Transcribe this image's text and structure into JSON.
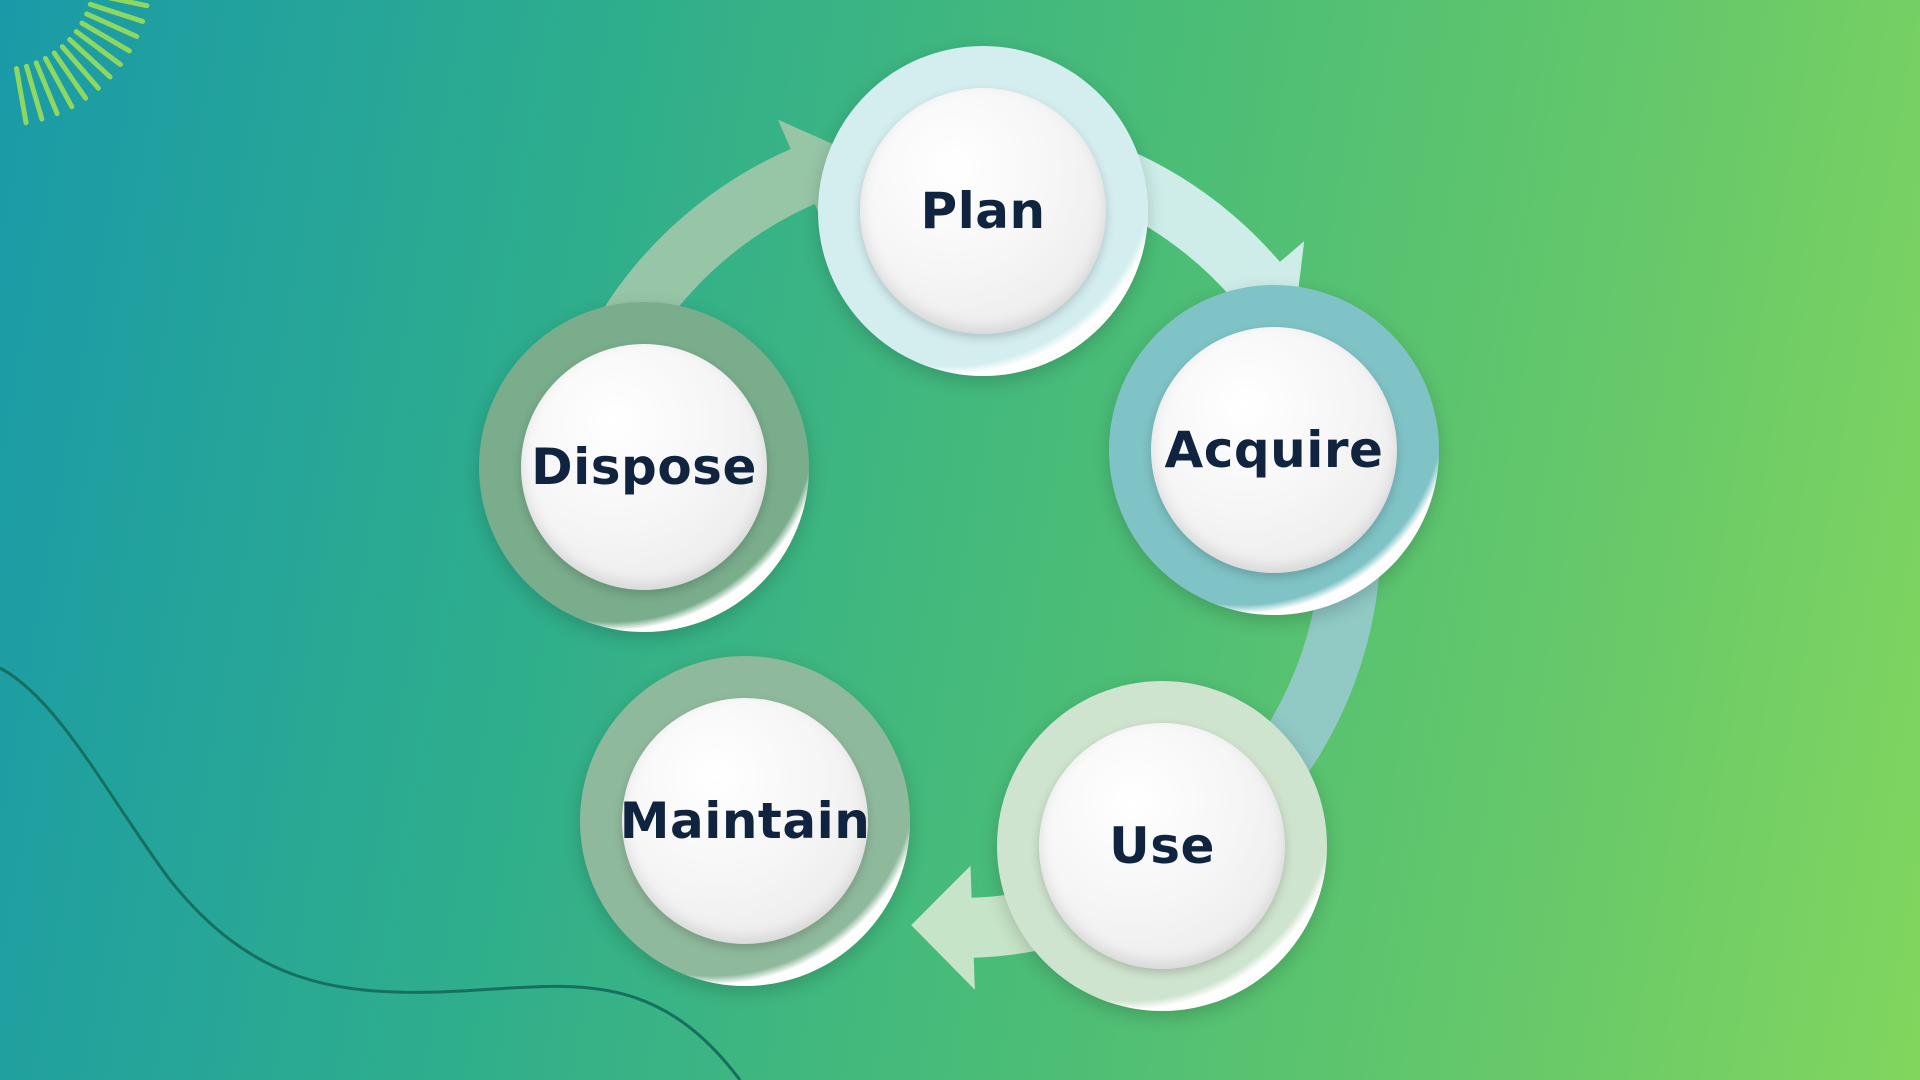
{
  "diagram": {
    "type": "cycle",
    "stages": [
      {
        "label": "Plan",
        "ring_color": "#d4eef0"
      },
      {
        "label": "Acquire",
        "ring_color": "#7fc3c6"
      },
      {
        "label": "Use",
        "ring_color": "#cfe4cf"
      },
      {
        "label": "Maintain",
        "ring_color": "#8fb99c"
      },
      {
        "label": "Dispose",
        "ring_color": "#79ad8c"
      }
    ],
    "arrow_colors": [
      "#d5efef",
      "#95c9c9",
      "#cde6cc",
      "#b6d6b5",
      "#9cc7a9"
    ]
  },
  "colors": {
    "text": "#10233f",
    "background_start": "#1a9aa8",
    "background_end": "#82d65e"
  }
}
